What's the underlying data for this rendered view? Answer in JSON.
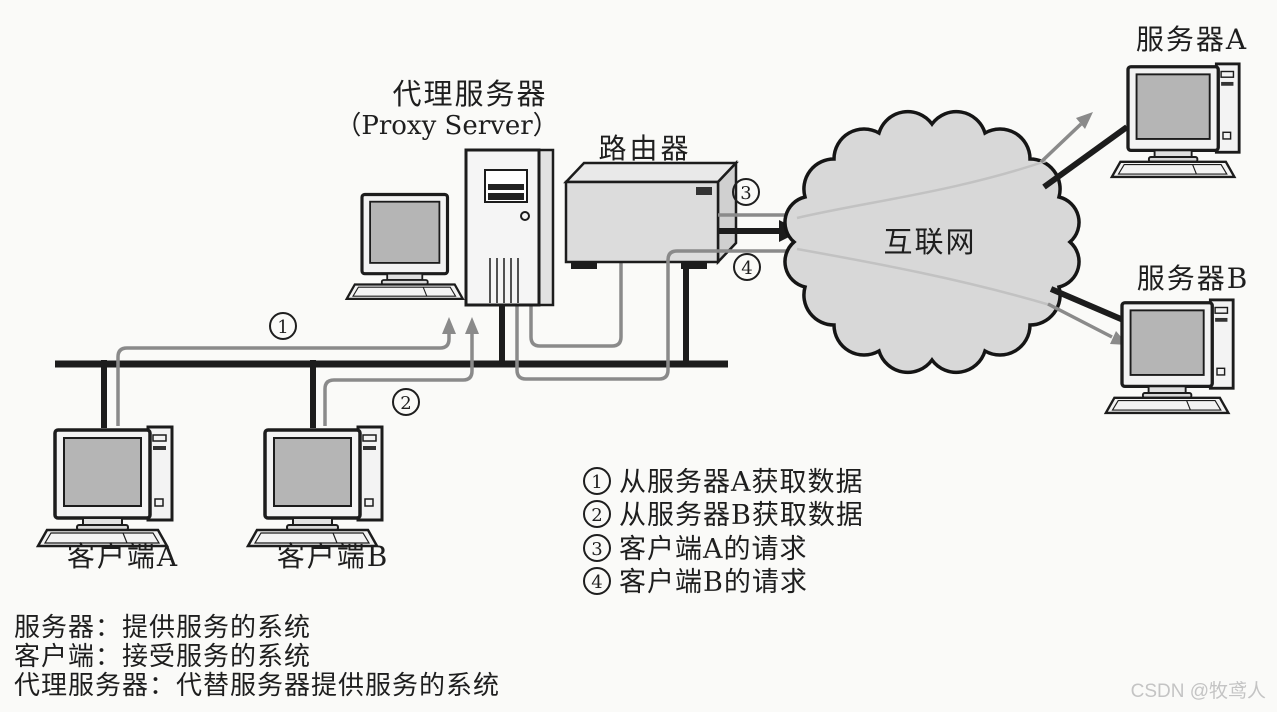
{
  "colors": {
    "background": "#fafaf8",
    "line_black": "#1c1c1c",
    "flow_gray": "#8a8a8a",
    "cloud_fill": "#d8d8d8",
    "cloud_curve": "#c2c2c2",
    "screen_fill": "#b5b5b5",
    "device_fill": "#f3f3f3",
    "router_fill": "#dcdcdc",
    "watermark_gray": "#c4c4c4"
  },
  "nodes": {
    "proxy": {
      "label_cn": "代理服务器",
      "label_en": "（Proxy Server）"
    },
    "router": {
      "label": "路由器"
    },
    "internet": {
      "label": "互联网"
    },
    "server_a": {
      "label": "服务器A"
    },
    "server_b": {
      "label": "服务器B"
    },
    "client_a": {
      "label": "客户端A"
    },
    "client_b": {
      "label": "客户端B"
    }
  },
  "flow_markers": {
    "m1": "1",
    "m2": "2",
    "m3": "3",
    "m4": "4"
  },
  "legend": {
    "items": [
      {
        "num": "1",
        "text": "从服务器A获取数据"
      },
      {
        "num": "2",
        "text": "从服务器B获取数据"
      },
      {
        "num": "3",
        "text": "客户端A的请求"
      },
      {
        "num": "4",
        "text": "客户端B的请求"
      }
    ]
  },
  "footnotes": [
    "服务器：提供服务的系统",
    "客户端：接受服务的系统",
    "代理服务器：代替服务器提供服务的系统"
  ],
  "watermark": "CSDN @牧鸢人"
}
